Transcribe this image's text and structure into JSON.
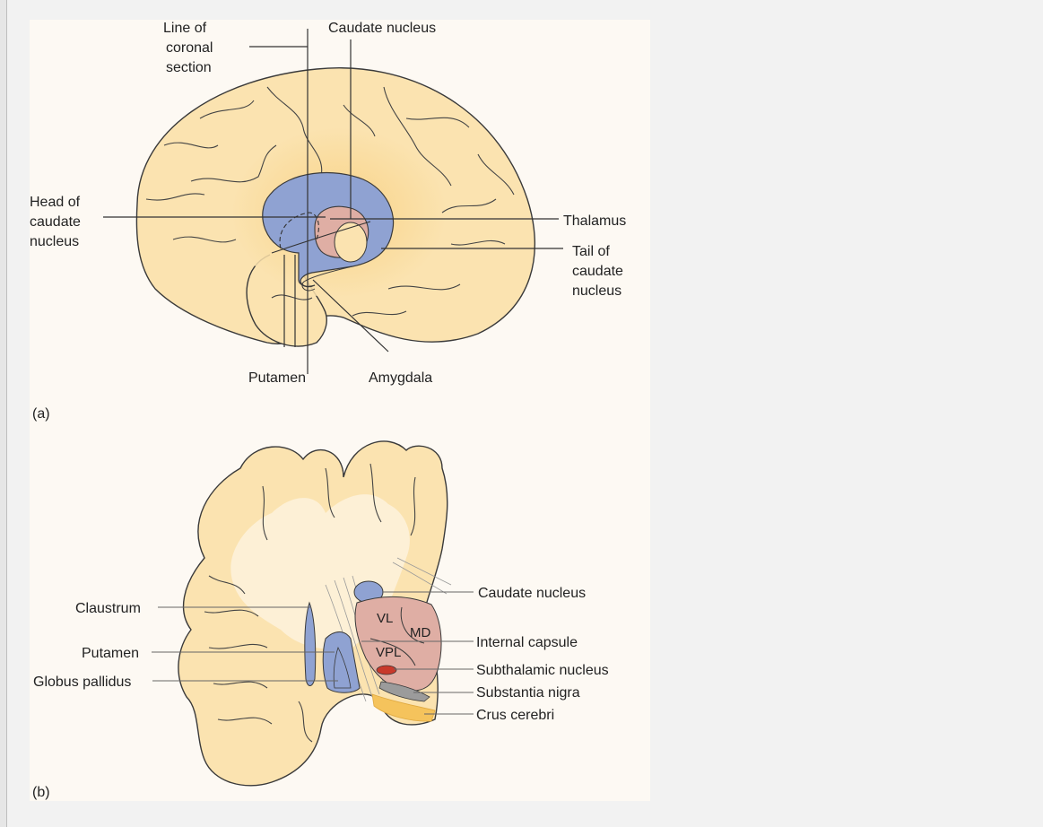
{
  "panel_a": {
    "labels": {
      "line_of_coronal_section": [
        "Line of",
        "coronal",
        "section"
      ],
      "caudate_nucleus": "Caudate nucleus",
      "head_of_caudate_nucleus": [
        "Head of",
        "caudate",
        "nucleus"
      ],
      "thalamus": "Thalamus",
      "tail_of_caudate_nucleus": [
        "Tail of",
        "caudate",
        "nucleus"
      ],
      "putamen": "Putamen",
      "amygdala": "Amygdala",
      "panel_letter": "(a)"
    }
  },
  "panel_b": {
    "labels": {
      "claustrum": "Claustrum",
      "putamen": "Putamen",
      "globus_pallidus": "Globus pallidus",
      "caudate_nucleus": "Caudate nucleus",
      "internal_capsule": "Internal capsule",
      "subthalamic_nucleus": "Subthalamic nucleus",
      "substantia_nigra": "Substantia nigra",
      "crus_cerebri": "Crus cerebri",
      "vl": "VL",
      "md": "MD",
      "vpl": "VPL",
      "panel_letter": "(b)"
    }
  },
  "colors": {
    "brain": "#fbe3b0",
    "white_matter": "#fdf0d6",
    "caudate_blue": "#8fa2d2",
    "thalamus_pink": "#dfaea4",
    "subthalamic_red": "#c8392b",
    "nigra_gray": "#9b9b9b",
    "crus_orange": "#f5c35c",
    "outline": "#333333"
  }
}
